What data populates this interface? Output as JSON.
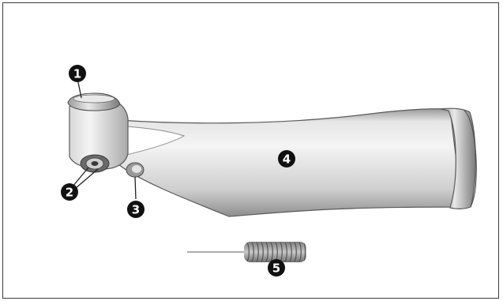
{
  "figure": {
    "callouts": {
      "c1": "1",
      "c2": "2",
      "c3": "3",
      "c4": "4",
      "c5": "5"
    }
  }
}
